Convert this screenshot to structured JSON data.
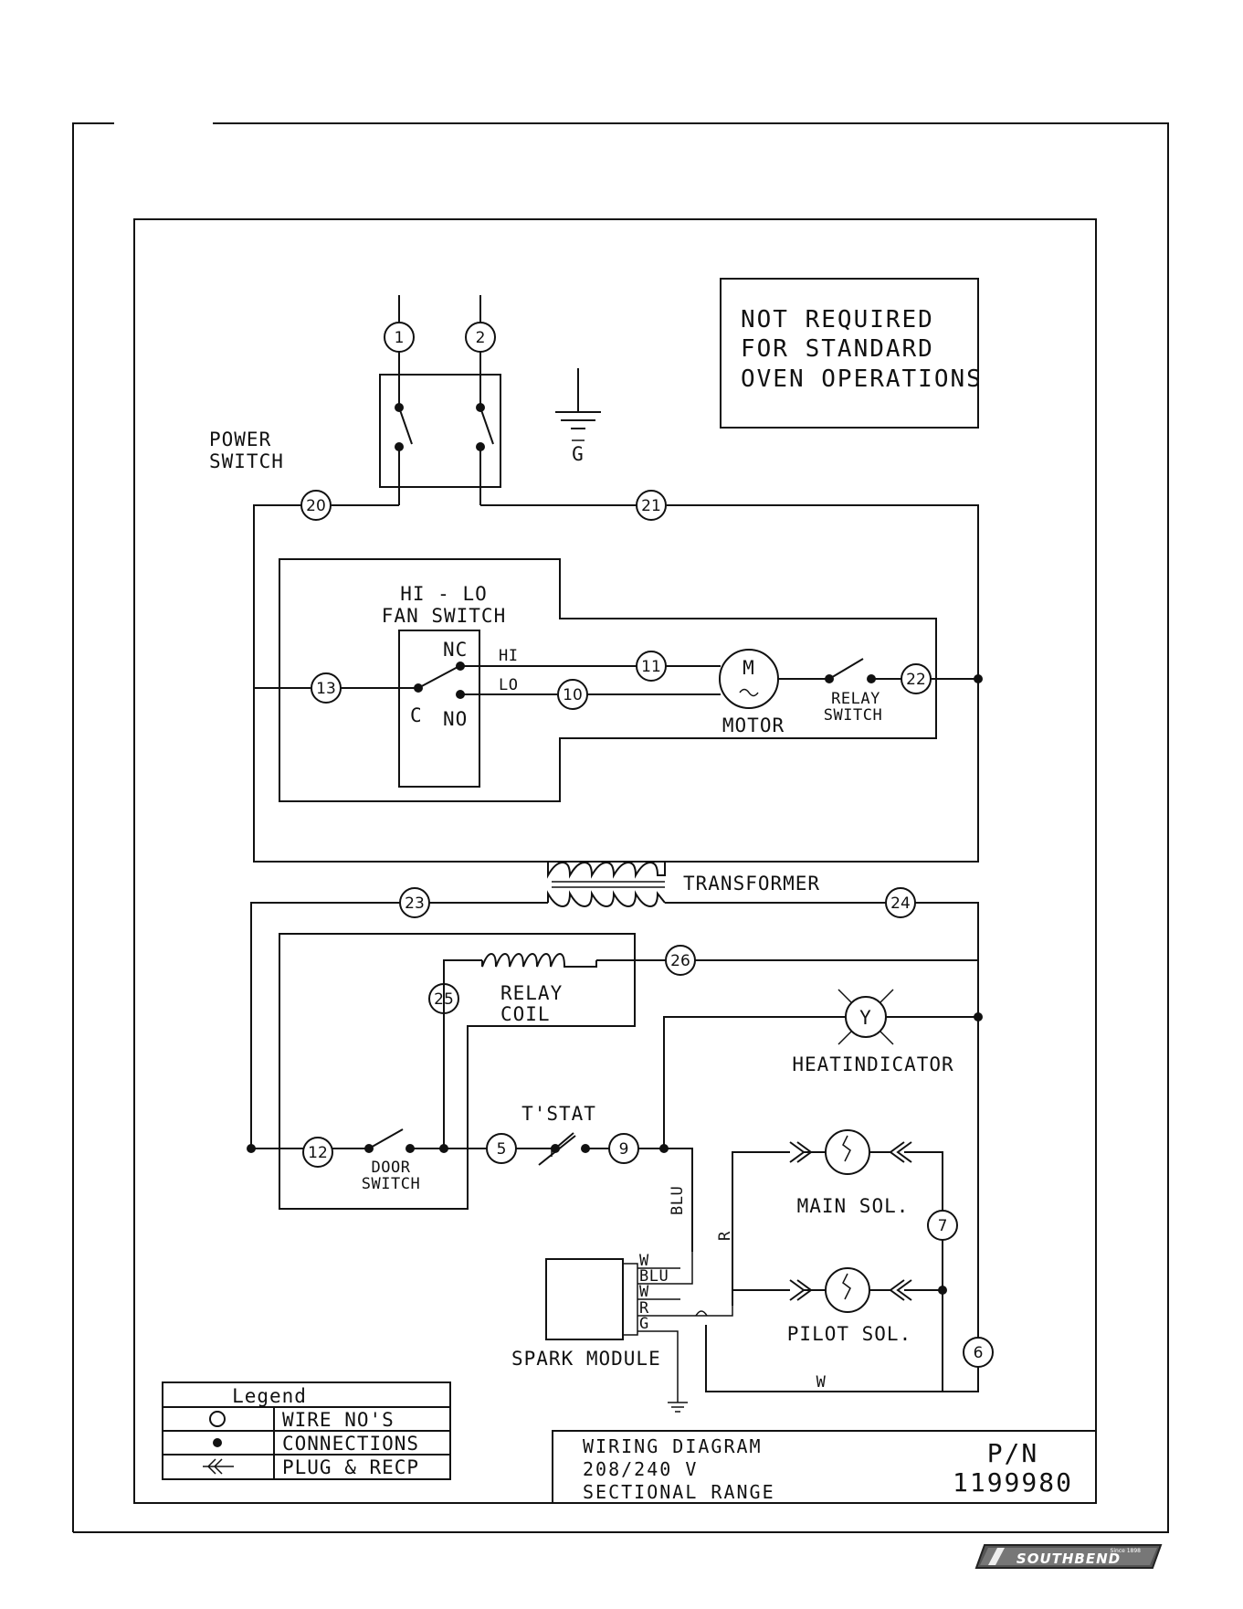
{
  "note": {
    "lines": [
      "NOT REQUIRED",
      "FOR STANDARD",
      "OVEN OPERATIONS"
    ]
  },
  "labels": {
    "power_switch": [
      "POWER",
      "SWITCH"
    ],
    "ground": "G",
    "fan_switch": [
      "HI - LO",
      "FAN SWITCH"
    ],
    "nc": "NC",
    "no": "NO",
    "c": "C",
    "hi": "HI",
    "lo": "LO",
    "motor_symbol": "M",
    "motor": "MOTOR",
    "relay_switch": [
      "RELAY",
      "SWITCH"
    ],
    "transformer": "TRANSFORMER",
    "relay_coil": [
      "RELAY",
      "COIL"
    ],
    "indicator_symbol": "Y",
    "heat_indicator": "HEATINDICATOR",
    "tstat": "T'STAT",
    "door_switch": [
      "DOOR",
      "SWITCH"
    ],
    "main_sol": "MAIN SOL.",
    "pilot_sol": "PILOT SOL.",
    "spark_module": "SPARK MODULE",
    "wire_blu": "BLU",
    "wire_r": "R",
    "wire_w": "W",
    "spark_terminals": [
      "W",
      "BLU",
      "W",
      "R",
      "G"
    ]
  },
  "wire_numbers": {
    "w1": "1",
    "w2": "2",
    "w20": "20",
    "w21": "21",
    "w13": "13",
    "w11": "11",
    "w10": "10",
    "w22": "22",
    "w23": "23",
    "w24": "24",
    "w26": "26",
    "w25": "25",
    "w12": "12",
    "w5": "5",
    "w9": "9",
    "w7": "7",
    "w6": "6"
  },
  "legend": {
    "title": "Legend",
    "rows": [
      {
        "symbol": "circle",
        "label": "WIRE NO'S"
      },
      {
        "symbol": "dot",
        "label": "CONNECTIONS"
      },
      {
        "symbol": "plug",
        "label": "PLUG & RECP"
      }
    ]
  },
  "title_block": {
    "lines": [
      "WIRING DIAGRAM",
      "208/240 V",
      "SECTIONAL RANGE"
    ],
    "pn_label": "P/N",
    "pn_value": "1199980"
  },
  "brand": {
    "name": "SOUTHBEND",
    "tagline": "Since 1898"
  }
}
